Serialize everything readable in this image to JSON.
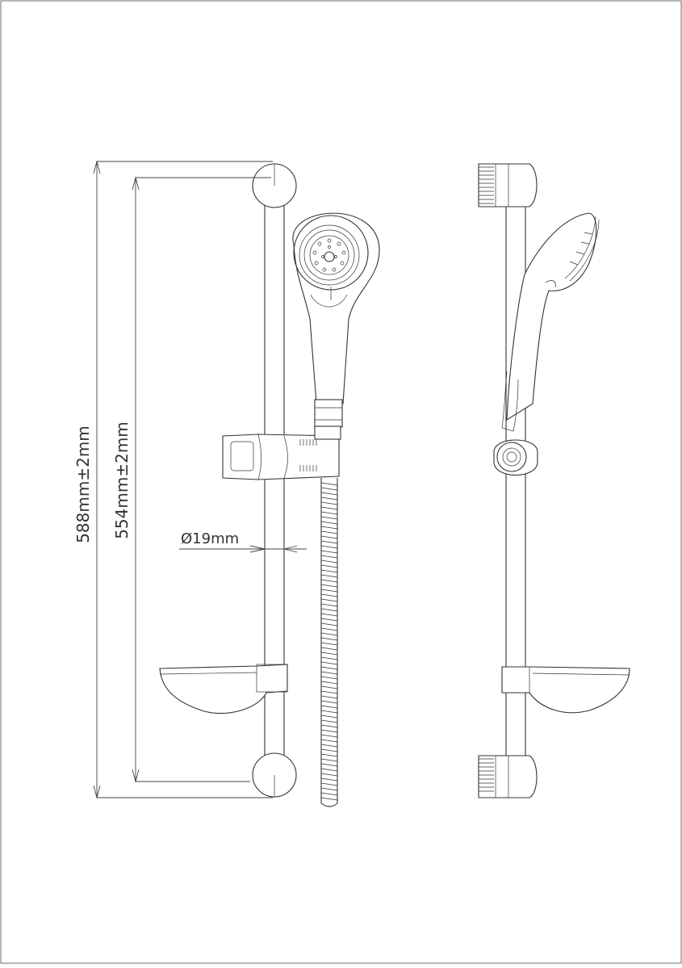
{
  "drawing": {
    "title": "",
    "dimensions": {
      "overall_height": "588mm±2mm",
      "rail_center_height": "554mm±2mm",
      "rail_diameter": "Ø19mm"
    }
  },
  "views": [
    "front-view",
    "side-view"
  ],
  "colors": {
    "line": "#333333",
    "background": "#ffffff"
  }
}
